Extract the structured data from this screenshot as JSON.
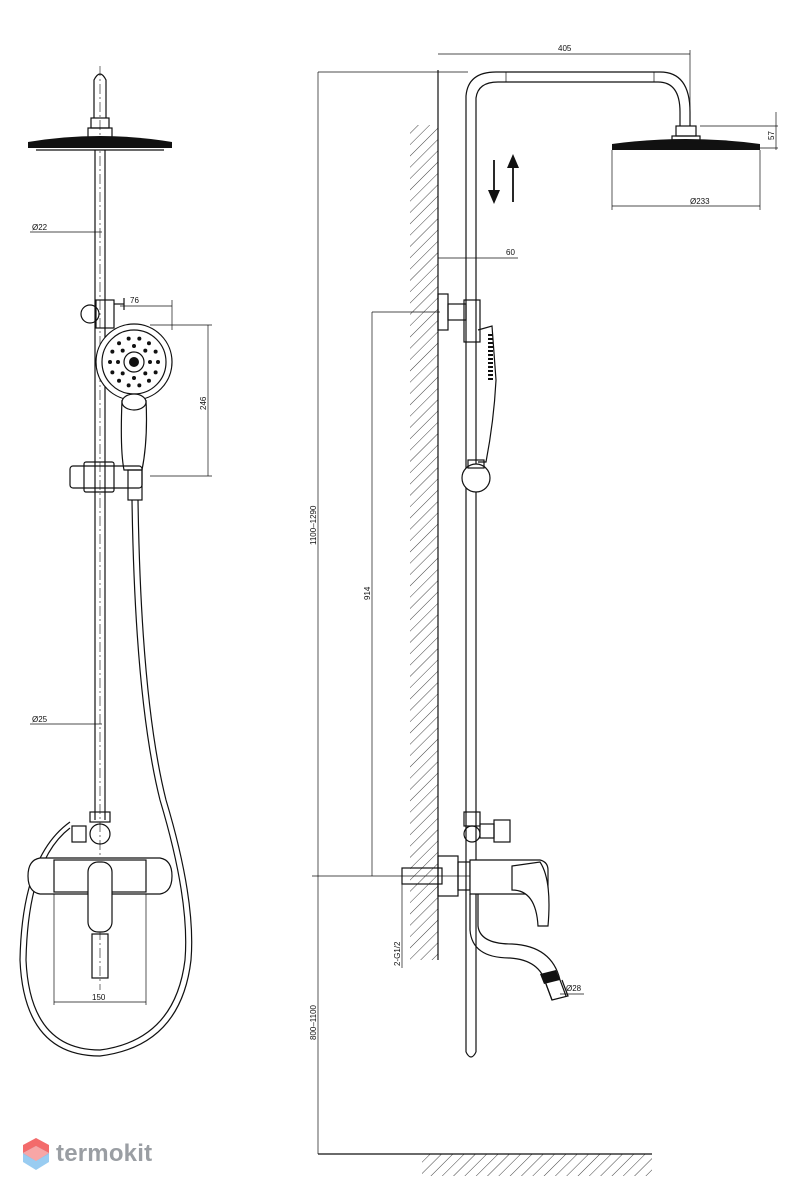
{
  "brand": {
    "name": "termokit",
    "colors": {
      "logo_top": "#f36b6b",
      "logo_bottom": "#8ec7f0",
      "text": "#9a9ea3"
    }
  },
  "dimensions": {
    "width_405": "405",
    "height_57": "57",
    "diameter_233": "Ø233",
    "offset_60": "60",
    "dia_22": "Ø22",
    "dia_25": "Ø25",
    "width_76": "76",
    "height_246": "246",
    "range_1100_1290": "1100–1290",
    "length_914": "914",
    "spacing_150": "150",
    "thread": "2-G1/2",
    "range_800_1100": "800–1100",
    "dia_28": "Ø28"
  },
  "icons": {
    "flow": "up-down-arrows-icon",
    "logo": "cube-logo-icon"
  }
}
